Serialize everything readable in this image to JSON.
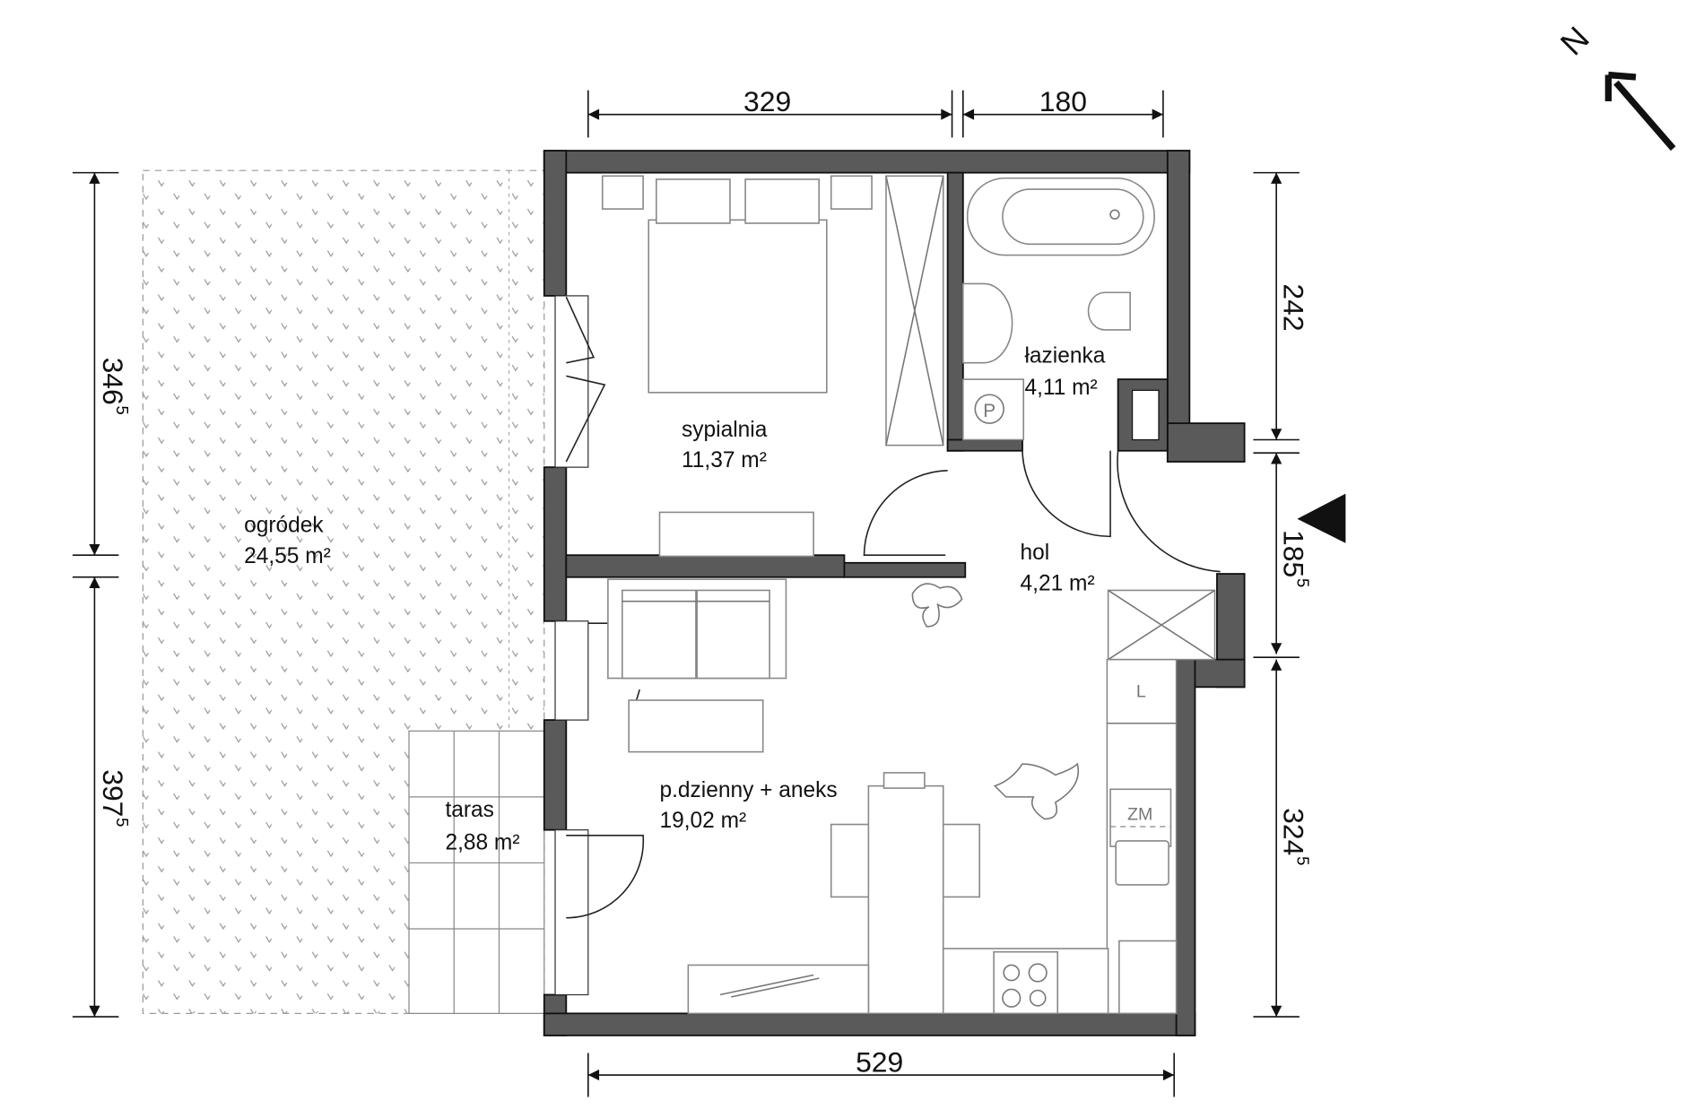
{
  "dimensions": {
    "top_left": "329",
    "top_right": "180",
    "bottom": "529",
    "left_upper": "346",
    "left_upper_sup": "5",
    "left_lower": "397",
    "left_lower_sup": "5",
    "right_upper": "242",
    "right_middle": "185",
    "right_middle_sup": "5",
    "right_lower": "324",
    "right_lower_sup": "5"
  },
  "rooms": {
    "bedroom": {
      "name": "sypialnia",
      "area": "11,37 m²"
    },
    "bathroom": {
      "name": "łazienka",
      "area": "4,11 m²"
    },
    "hall": {
      "name": "hol",
      "area": "4,21 m²"
    },
    "garden": {
      "name": "ogródek",
      "area": "24,55 m²"
    },
    "terrace": {
      "name": "taras",
      "area": "2,88 m²"
    },
    "living": {
      "name": "p.dzienny + aneks",
      "area": "19,02 m²"
    }
  },
  "appliances": {
    "fridge": "L",
    "dishwasher": "ZM",
    "washer": "P"
  },
  "compass": {
    "label": "N"
  },
  "colors": {
    "wall": "#5a5a5a",
    "lines": "#888888"
  }
}
